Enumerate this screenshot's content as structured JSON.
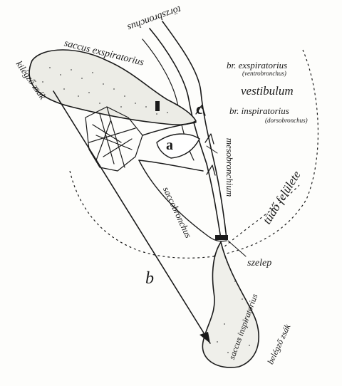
{
  "labels": {
    "top_bronchus": "törzsbronchus",
    "saccus_exspiratorius": "saccus exspiratorius",
    "kilegzo_zsak": "kilégző zsák",
    "br_exspiratorius": "br. exspiratorius",
    "ventrobronchus": "(ventrobronchus)",
    "vestibulum": "vestibulum",
    "br_inspiratorius": "br. inspiratorius",
    "dorsobronchus": "(dorsobronchus)",
    "label_c": "c",
    "label_a": "a",
    "label_b": "b",
    "mesobronchium": "mesobronchium",
    "saccobronchus": "saccobronchus",
    "tudo_felulete": "tüdő felülete",
    "szelep": "szelep",
    "saccus_inspiratorius": "saccus inspiratorius",
    "belegzo_zsak": "belégző zsák"
  }
}
